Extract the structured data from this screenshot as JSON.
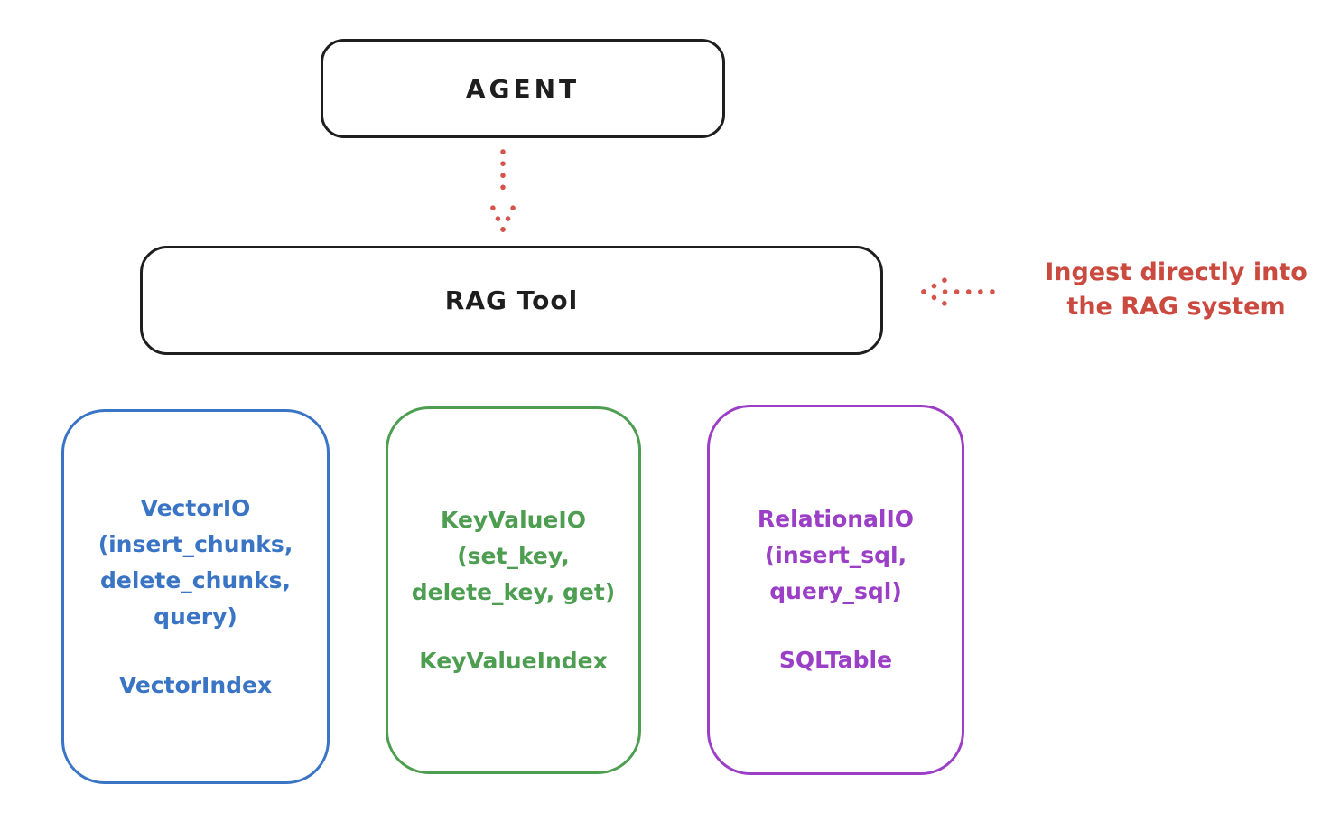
{
  "agent_box": {
    "label": "AGENT"
  },
  "rag_tool_box": {
    "label": "RAG Tool"
  },
  "annotation": {
    "line1": "Ingest directly into",
    "line2": "the RAG system"
  },
  "arrows": {
    "agent_to_rag": "dotted-arrow-down",
    "annotation_to_rag": "dotted-arrow-left"
  },
  "storage_boxes": [
    {
      "name": "vector-io",
      "lines": [
        "VectorIO",
        "(insert_chunks,",
        "delete_chunks,",
        "query)"
      ],
      "index_label": "VectorIndex",
      "color": "#3a74c4"
    },
    {
      "name": "keyvalue-io",
      "lines": [
        "KeyValueIO",
        "(set_key,",
        "delete_key, get)"
      ],
      "index_label": "KeyValueIndex",
      "color": "#4e9e52"
    },
    {
      "name": "relational-io",
      "lines": [
        "RelationalIO",
        "(insert_sql,",
        "query_sql)"
      ],
      "index_label": "SQLTable",
      "color": "#9b3fc6"
    }
  ],
  "colors": {
    "stroke": "#1e1e1e",
    "red": "#cb4a40",
    "blue": "#3a74c4",
    "green": "#4e9e52",
    "purple": "#9b3fc6",
    "background": "#ffffff"
  }
}
